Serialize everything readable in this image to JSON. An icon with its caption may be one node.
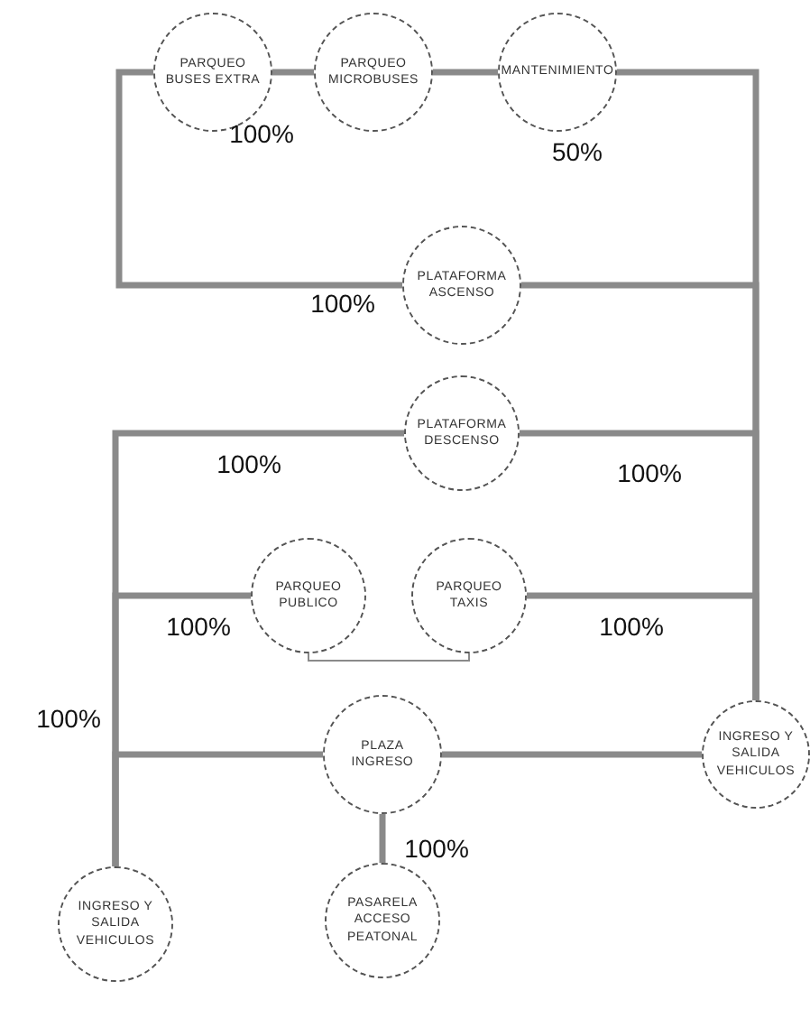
{
  "diagram": {
    "nodes": [
      {
        "text": [
          "PARQUEO BUSES EXTRA"
        ]
      },
      {
        "text": [
          "PARQUEO MICROBUSES"
        ]
      },
      {
        "text": [
          "MANTENIMIENTO"
        ]
      },
      {
        "text": [
          "PLATAFORMA ASCENSO"
        ]
      },
      {
        "text": [
          "PLATAFORMA DESCENSO"
        ]
      },
      {
        "text": [
          "PARQUEO PUBLICO"
        ]
      },
      {
        "text": [
          "PARQUEO TAXIS"
        ]
      },
      {
        "text": [
          "PLAZA INGRESO"
        ]
      },
      {
        "text": [
          "INGRESO Y SALIDA VEHICULOS"
        ]
      },
      {
        "text": [
          "INGRESO Y SALIDA VEHICULOS"
        ]
      },
      {
        "text": [
          "PASARELA ACCESO PEATONAL"
        ]
      }
    ],
    "edges": [
      {
        "from": 0,
        "to": 1,
        "arrow": "none"
      },
      {
        "from": 1,
        "to": 2,
        "arrow": "none"
      },
      {
        "from": 0,
        "to": 3,
        "arrow": "none"
      },
      {
        "from": 2,
        "to": 8,
        "arrow": "none"
      },
      {
        "from": 3,
        "to": 8,
        "arrow": "none"
      },
      {
        "from": 4,
        "to": 8,
        "arrow": "none"
      },
      {
        "from": 6,
        "to": 8,
        "arrow": "none"
      },
      {
        "from": 4,
        "to": 9,
        "arrow": "none"
      },
      {
        "from": 5,
        "to": 9,
        "arrow": "none"
      },
      {
        "from": 7,
        "to": 9,
        "arrow": "none"
      },
      {
        "from": 7,
        "to": 8,
        "arrow": "none"
      },
      {
        "from": 7,
        "to": 10,
        "arrow": "none"
      },
      {
        "from": 5,
        "to": 6,
        "arrow": "none"
      }
    ],
    "labels": [
      "100%",
      "50%",
      "100%",
      "100%",
      "100%",
      "100%",
      "100%",
      "100%",
      "100%"
    ]
  }
}
